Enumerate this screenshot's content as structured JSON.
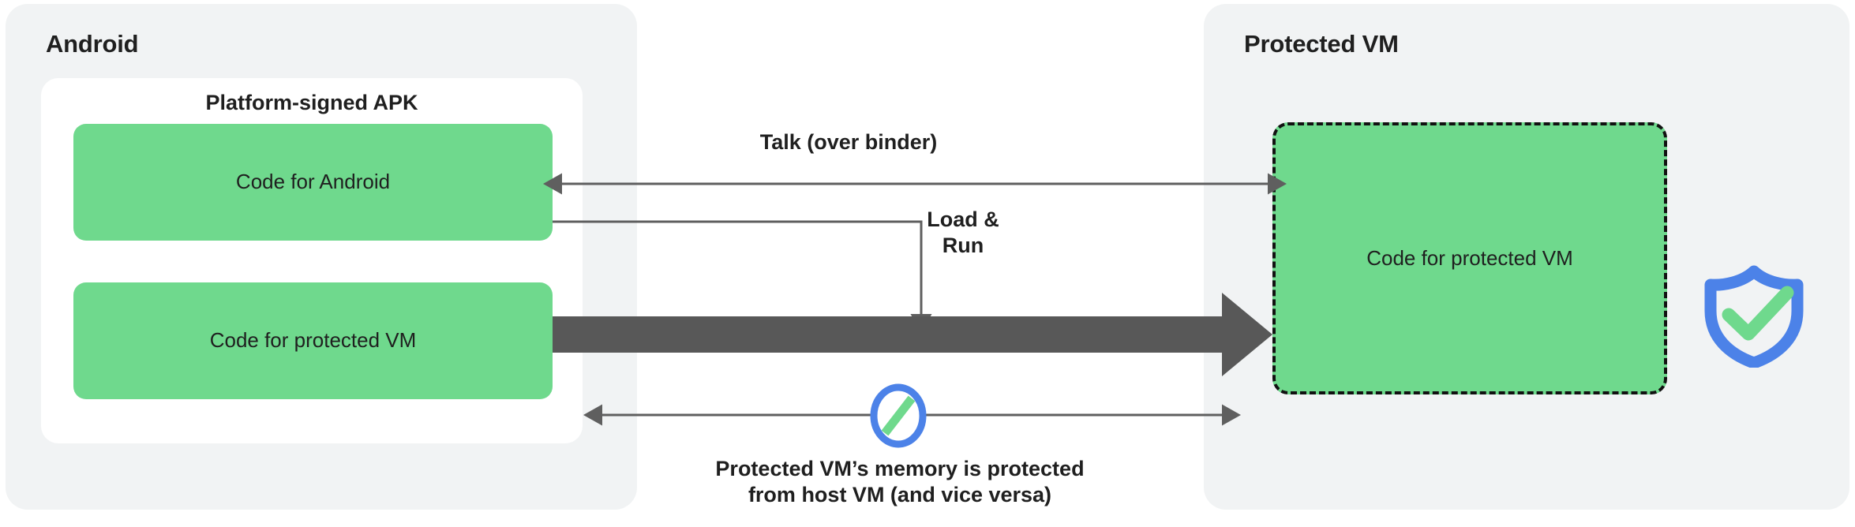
{
  "diagram": {
    "title": "Android protected VM architecture",
    "background": "#ffffff",
    "colors": {
      "panel_bg": "#f1f3f4",
      "card_bg": "#ffffff",
      "code_box": "#6FD98D",
      "thick_arrow": "#585858",
      "thin_arrow": "#5f5f5f",
      "text": "#1f1f1f",
      "shield_blue": "#4c82e8",
      "check_green": "#6FD98D"
    }
  },
  "panels": [
    {
      "id": "android",
      "title": "Android",
      "card": {
        "title": "Platform-signed APK",
        "boxes": [
          {
            "id": "code-for-android",
            "label": "Code for Android"
          },
          {
            "id": "code-for-protected-vm",
            "label": "Code for protected VM"
          }
        ]
      }
    },
    {
      "id": "protected-vm",
      "title": "Protected VM",
      "boxes": [
        {
          "id": "code-for-protected-vm-guest",
          "label": "Code for\nprotected VM",
          "border": "dashed"
        }
      ]
    }
  ],
  "connections": [
    {
      "id": "talk",
      "label": "Talk (over binder)",
      "style": "thin",
      "direction": "bidirectional",
      "from": "code-for-android",
      "to": "code-for-protected-vm-guest"
    },
    {
      "id": "load-run",
      "label": "Load &\nRun",
      "style": "thin-elbow",
      "direction": "down",
      "from": "code-for-android",
      "to": "load-run-arrow"
    },
    {
      "id": "load-transfer",
      "label": "",
      "style": "thick-block",
      "direction": "right",
      "from": "code-for-protected-vm",
      "to": "code-for-protected-vm-guest"
    },
    {
      "id": "memory-isolation",
      "label": "Protected VM’s memory is protected\nfrom host VM (and vice versa)",
      "style": "thin",
      "direction": "bidirectional",
      "blocked": true,
      "from": "android",
      "to": "protected-vm"
    }
  ],
  "icons": [
    {
      "id": "shield-check",
      "name": "shield-check-icon",
      "description": "blue shield with green check mark"
    },
    {
      "id": "no-entry",
      "name": "prohibition-icon",
      "description": "blue circle with green diagonal slash"
    }
  ]
}
